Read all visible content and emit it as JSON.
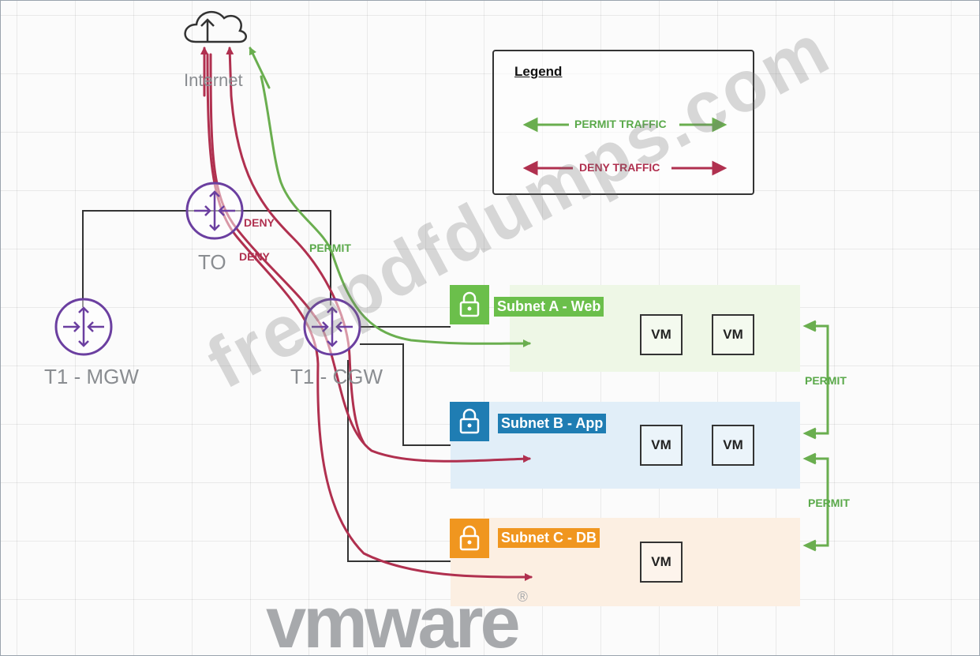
{
  "internet": {
    "label": "Internet",
    "icon": "cloud-icon"
  },
  "routers": {
    "t0": {
      "label": "TO",
      "icon": "router-icon"
    },
    "t1_mgw": {
      "label": "T1 - MGW",
      "icon": "router-icon"
    },
    "t1_cgw": {
      "label": "T1 - CGW",
      "icon": "router-icon"
    }
  },
  "subnets": [
    {
      "title": "Subnet A - Web",
      "color": "#6bbf4b",
      "bg": "#eef7e6",
      "vms": [
        "VM",
        "VM"
      ],
      "icon": "lock-icon"
    },
    {
      "title": "Subnet B - App",
      "color": "#1f7db3",
      "bg": "#e1eef8",
      "vms": [
        "VM",
        "VM"
      ],
      "icon": "lock-icon"
    },
    {
      "title": "Subnet C - DB",
      "color": "#f0961f",
      "bg": "#fcefe2",
      "vms": [
        "VM"
      ],
      "icon": "lock-icon"
    }
  ],
  "flow_labels": {
    "deny_1": "DENY",
    "deny_2": "DENY",
    "permit_internet": "PERMIT",
    "permit_ab": "PERMIT",
    "permit_bc": "PERMIT"
  },
  "legend": {
    "title": "Legend",
    "permit": "PERMIT TRAFFIC",
    "deny": "DENY TRAFFIC"
  },
  "colors": {
    "permit": "#6aae4f",
    "deny": "#b0304f",
    "router": "#6b3fa0",
    "wire": "#333333"
  },
  "watermark": "freepdfdumps.com",
  "brand": {
    "name": "vmware",
    "mark": "®"
  }
}
